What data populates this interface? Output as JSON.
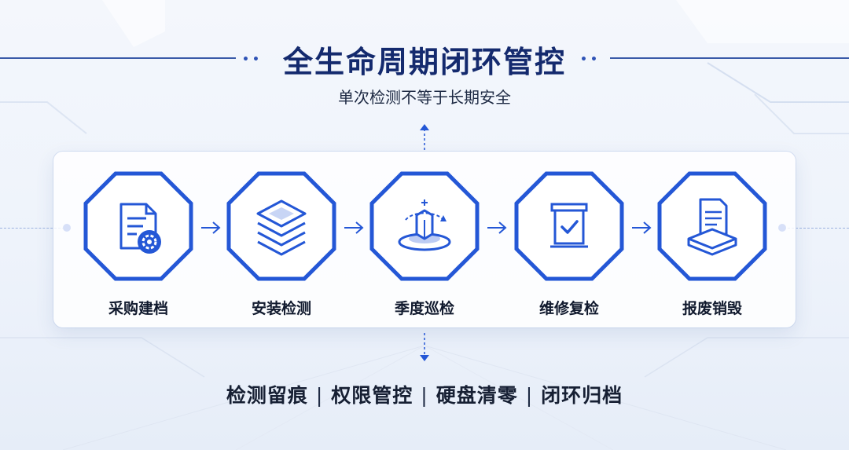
{
  "header": {
    "title": "全生命周期闭环管控",
    "subtitle": "单次检测不等于长期安全"
  },
  "steps": [
    {
      "label": "采购建档",
      "icon": "document-gear-icon"
    },
    {
      "label": "安装检测",
      "icon": "layers-icon"
    },
    {
      "label": "季度巡检",
      "icon": "rotation-platform-icon"
    },
    {
      "label": "维修复检",
      "icon": "box-check-icon"
    },
    {
      "label": "报废销毁",
      "icon": "document-shred-icon"
    }
  ],
  "footer": {
    "items": [
      "检测留痕",
      "权限管控",
      "硬盘清零",
      "闭环归档"
    ],
    "separator": "|"
  },
  "colors": {
    "accent": "#2457d6",
    "title": "#142a6e",
    "text": "#111a2e"
  }
}
